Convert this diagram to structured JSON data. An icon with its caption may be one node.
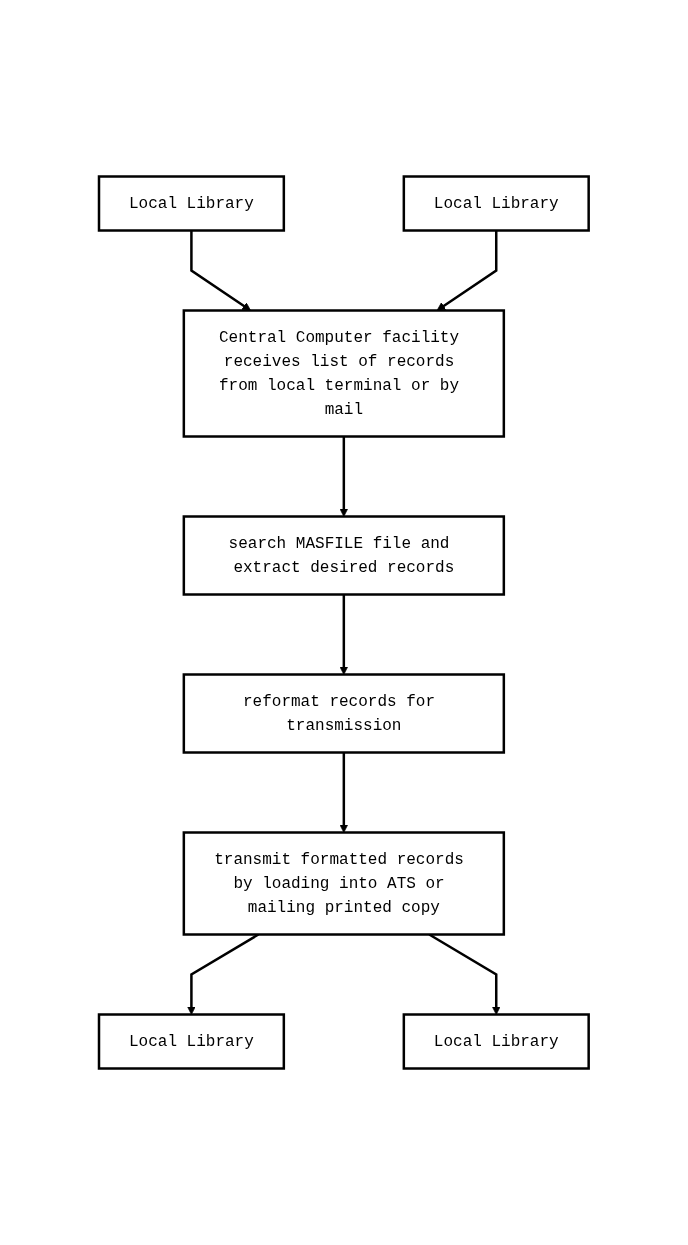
{
  "diagram": {
    "nodes": [
      {
        "text": [
          "Local Library"
        ]
      },
      {
        "text": [
          "Local Library"
        ]
      },
      {
        "text": [
          "Central Computer facility receives list of records from local terminal or by mail"
        ]
      },
      {
        "text": [
          "search MASFILE file and extract desired records"
        ]
      },
      {
        "text": [
          "reformat records for transmission"
        ]
      },
      {
        "text": [
          "transmit formatted records by loading into ATS or mailing printed copy"
        ]
      },
      {
        "text": [
          "Local Library"
        ]
      },
      {
        "text": [
          "Local Library"
        ]
      }
    ],
    "edges": [
      {
        "from": 0,
        "to": 2,
        "arrow": "to"
      },
      {
        "from": 1,
        "to": 2,
        "arrow": "to"
      },
      {
        "from": 2,
        "to": 3,
        "arrow": "to"
      },
      {
        "from": 3,
        "to": 4,
        "arrow": "to"
      },
      {
        "from": 4,
        "to": 5,
        "arrow": "to"
      },
      {
        "from": 5,
        "to": 6,
        "arrow": "to"
      },
      {
        "from": 5,
        "to": 7,
        "arrow": "to"
      }
    ]
  }
}
